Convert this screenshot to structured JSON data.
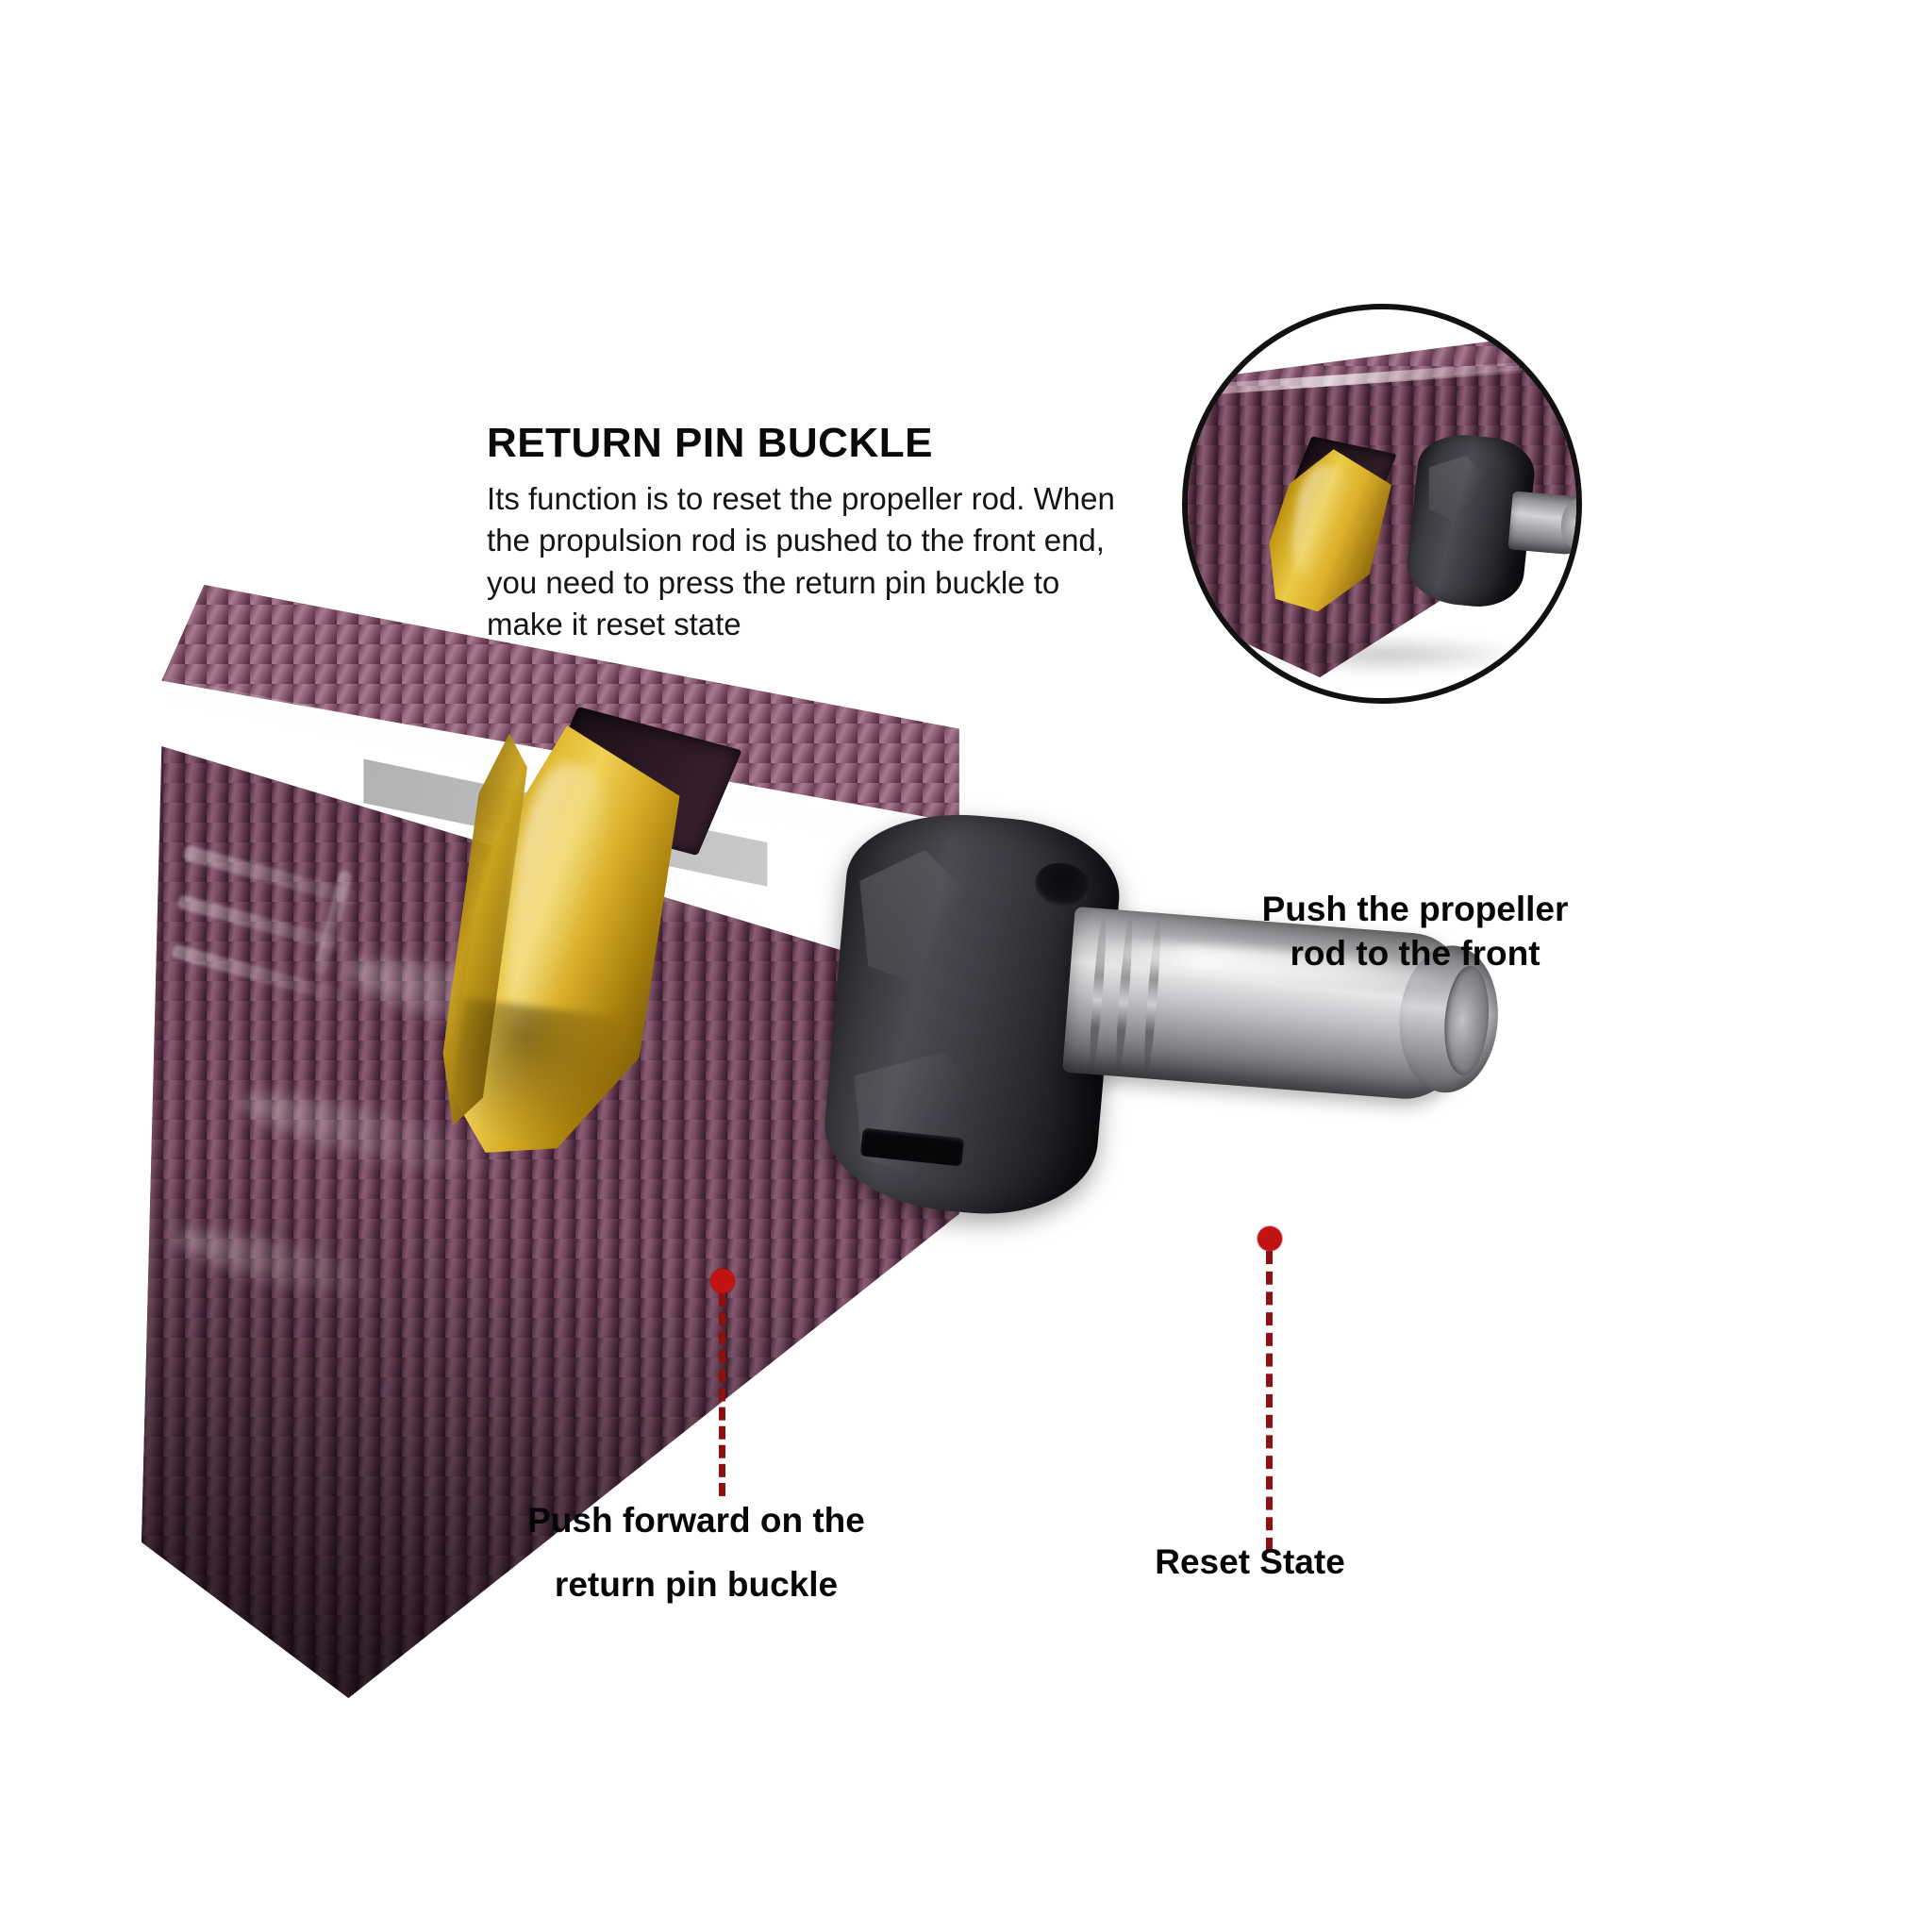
{
  "page": {
    "background_color": "#ffffff",
    "accent_color": "#c21313",
    "leader_line_color": "#8d1111",
    "text_color": "#0a0a0a"
  },
  "info_block": {
    "title": "RETURN PIN BUCKLE",
    "body": "Its function is to reset the propeller rod. When the propulsion rod is pushed to the front end, you need to press the return pin buckle to make it reset state"
  },
  "callouts": [
    {
      "id": "push-propeller-rod",
      "line1": "Push the propeller",
      "line2": "rod to the front"
    },
    {
      "id": "push-forward-buckle",
      "line1": "Push forward on the",
      "line2": "return pin buckle"
    },
    {
      "id": "reset-state",
      "line1": "Reset State"
    }
  ],
  "photo": {
    "main_caption_alt": "Purple textured nail gun body with brass return pin buckle, black knob and steel propeller rod",
    "inset_caption_alt": "Close-up detail of the return pin buckle and propeller rod",
    "colors": {
      "body_purple": "#6d4359",
      "body_purple_light": "#a9798f",
      "buckle_brass": "#d8ae27",
      "knob_black": "#2a2a30",
      "rod_steel": "#c9c9cc"
    }
  }
}
